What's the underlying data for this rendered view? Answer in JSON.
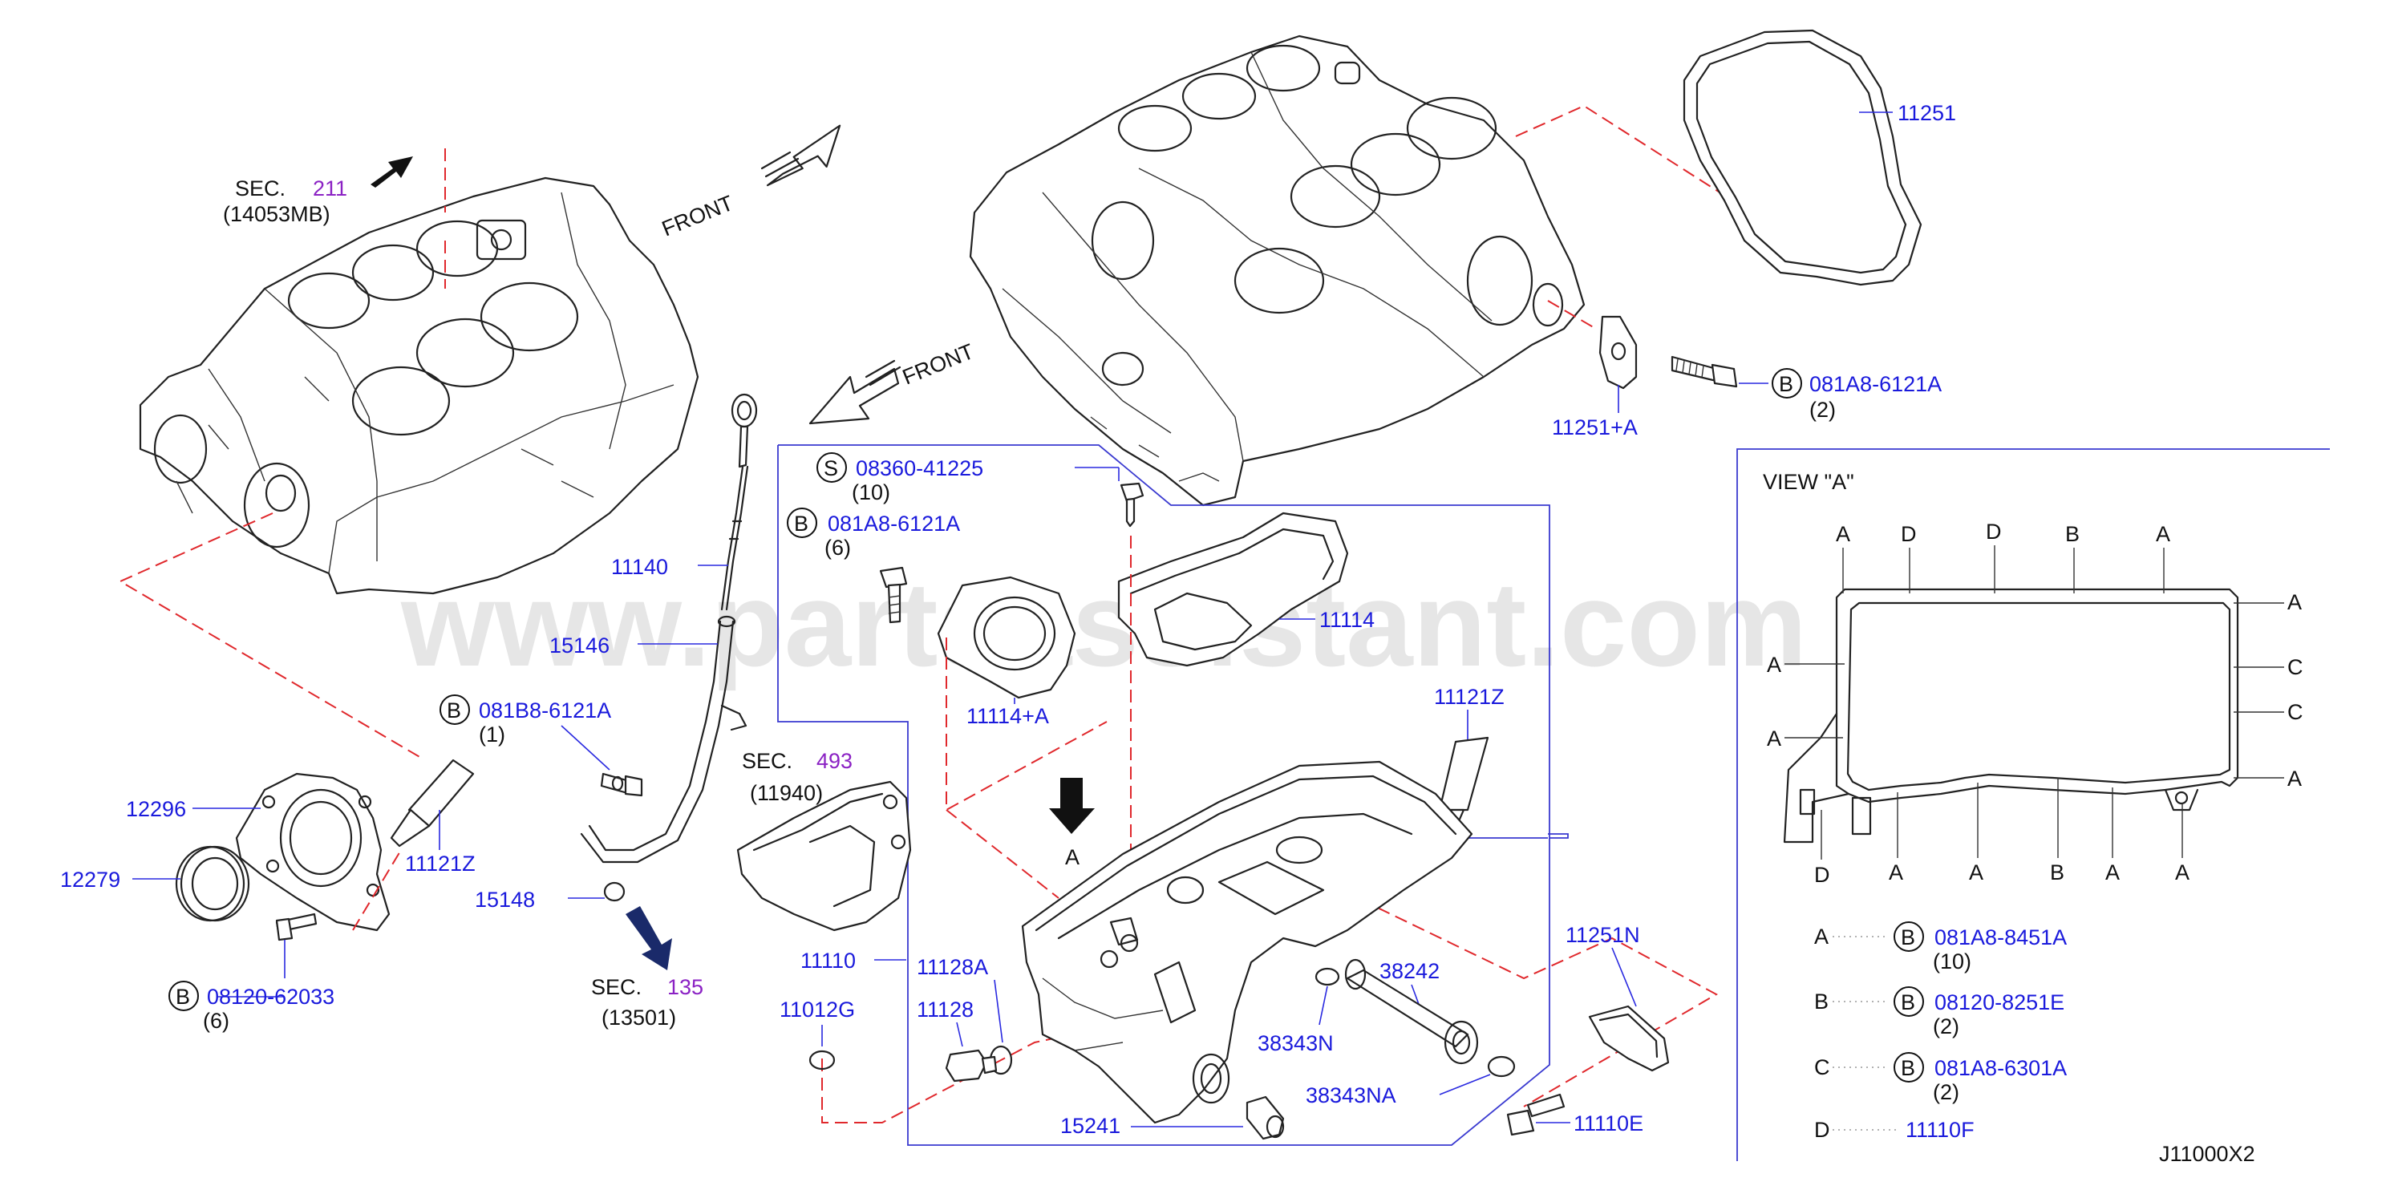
{
  "watermark": "www.partsassistant.com",
  "diagram_code": "J11000X2",
  "front_labels": [
    "FRONT",
    "FRONT"
  ],
  "view_title": "VIEW  \"A\"",
  "arrow_a_label": "A",
  "sections": [
    {
      "prefix": "SEC.",
      "number": "211",
      "sub": "(14053MB)"
    },
    {
      "prefix": "SEC.",
      "number": "493",
      "sub": "(11940)"
    },
    {
      "prefix": "SEC.",
      "number": "135",
      "sub": "(13501)"
    }
  ],
  "parts": [
    "11251",
    "11251+A",
    "11140",
    "15146",
    "12296",
    "11121Z",
    "12279",
    "15148",
    "11114",
    "11114+A",
    "11121Z",
    "11110",
    "11128A",
    "11128",
    "11012G",
    "38242",
    "38343N",
    "38343NA",
    "11251N",
    "15241",
    "11110E"
  ],
  "bolts": [
    {
      "letter": "B",
      "part": "081A8-6121A",
      "qty": "(2)"
    },
    {
      "letter": "S",
      "part": "08360-41225",
      "qty": "(10)"
    },
    {
      "letter": "B",
      "part": "081A8-6121A",
      "qty": "(6)"
    },
    {
      "letter": "B",
      "part": "081B8-6121A",
      "qty": "(1)"
    },
    {
      "letter": "B",
      "part": "08120-62033",
      "qty": "(6)"
    }
  ],
  "view_letters": {
    "top": [
      "A",
      "D",
      "D",
      "B",
      "A"
    ],
    "right": [
      "A",
      "C",
      "C",
      "A"
    ],
    "left": [
      "A",
      "A"
    ],
    "bottom": [
      "D",
      "A",
      "A",
      "B",
      "A",
      "A"
    ]
  },
  "legend": [
    {
      "key": "A",
      "letter": "B",
      "part": "081A8-8451A",
      "qty": "(10)"
    },
    {
      "key": "B",
      "letter": "B",
      "part": "08120-8251E",
      "qty": "(2)"
    },
    {
      "key": "C",
      "letter": "B",
      "part": "081A8-6301A",
      "qty": "(2)"
    },
    {
      "key": "D",
      "part": "11110F"
    }
  ]
}
